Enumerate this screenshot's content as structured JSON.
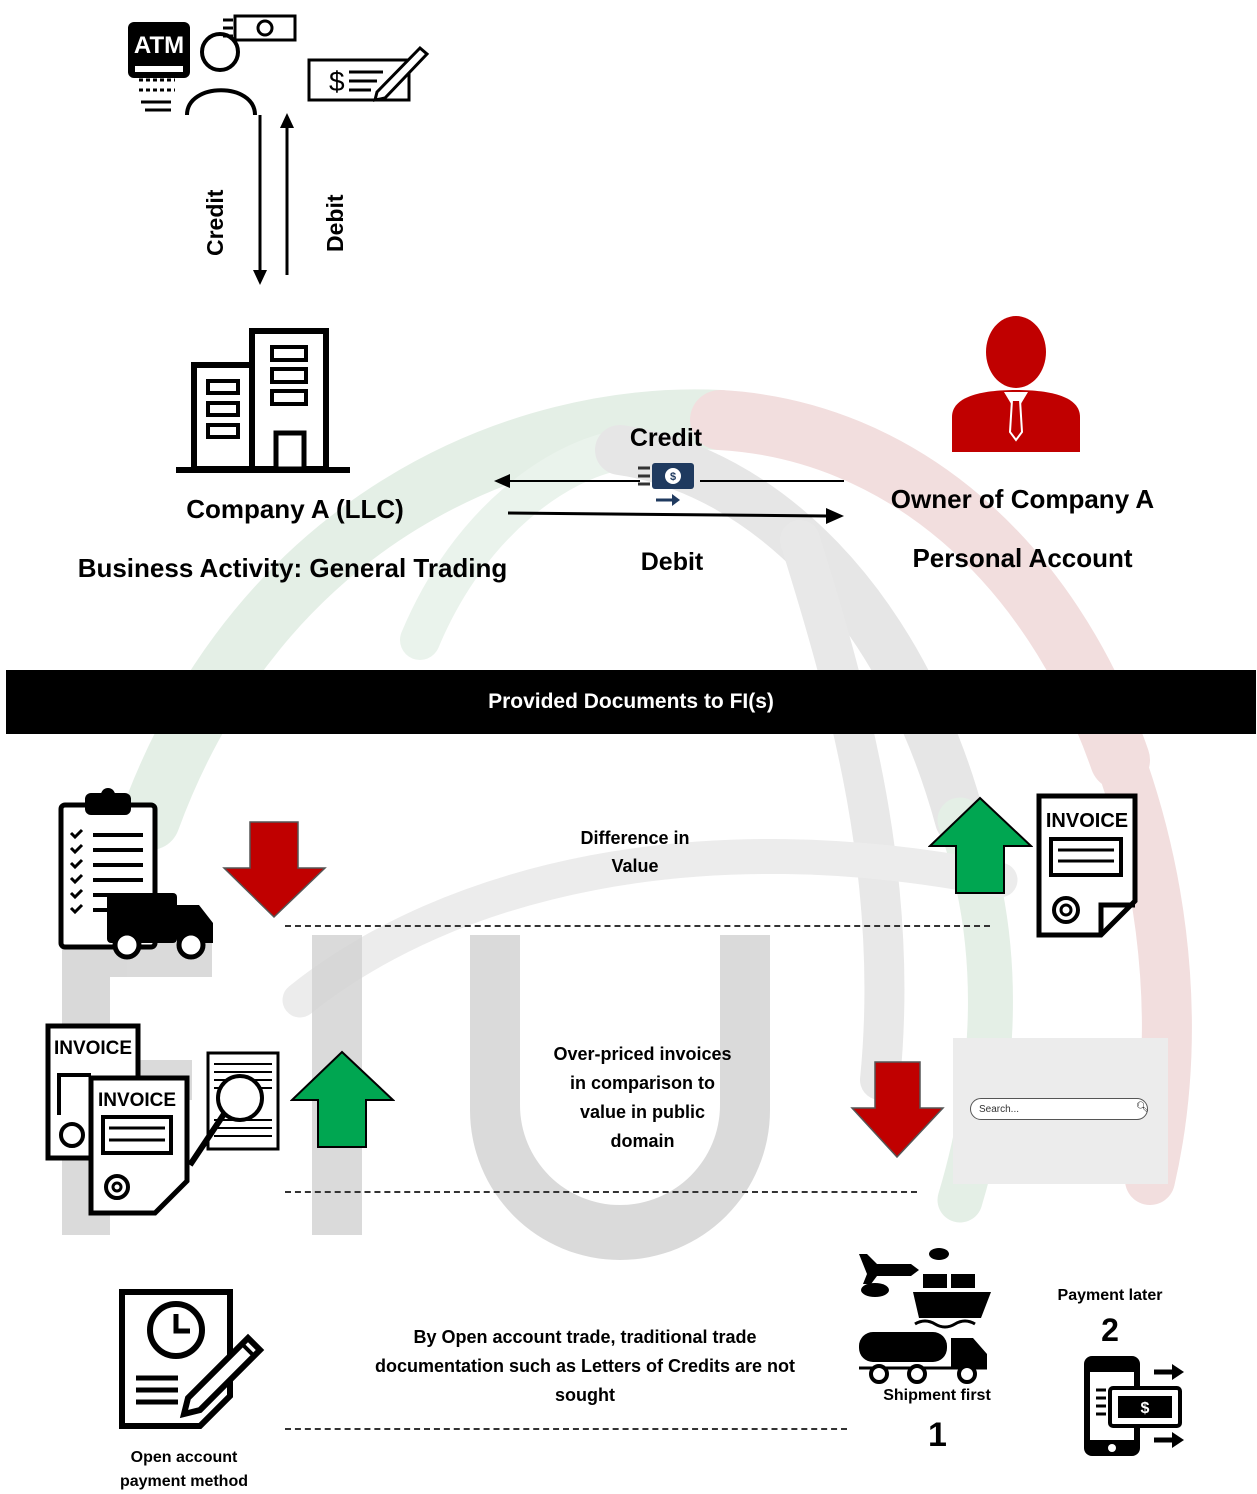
{
  "atm": {
    "icon": "atm-person-icon",
    "screen_text": "ATM",
    "cheque_icon": "cheque-icon"
  },
  "vertical_flow": {
    "credit_label": "Credit",
    "debit_label": "Debit"
  },
  "company": {
    "icon": "building-icon",
    "name": "Company A (LLC)",
    "activity": "Business Activity: General Trading"
  },
  "owner": {
    "icon": "businessman-icon",
    "name": "Owner of Company A",
    "account": "Personal Account",
    "color": "#c00000"
  },
  "horizontal_flow": {
    "credit_label": "Credit",
    "debit_label": "Debit",
    "icon": "money-transfer-icon"
  },
  "banner": {
    "title": "Provided Documents to FI(s)"
  },
  "section_value": {
    "text_line1": "Difference in",
    "text_line2": "Value",
    "left_icon": "packing-list-delivery-icon",
    "right_icon": "invoice-icon",
    "invoice_text": "INVOICE"
  },
  "section_overpriced": {
    "line1": "Over-priced invoices",
    "line2": "in comparison to",
    "line3": "value in public",
    "line4": "domain",
    "invoice_text": "INVOICE",
    "search_placeholder": "Search..."
  },
  "section_open_account": {
    "line1": "By Open account trade, traditional trade",
    "line2": "documentation such as Letters of Credits are not",
    "line3": "sought",
    "method_line1": "Open account",
    "method_line2": "payment method",
    "shipment_label": "Shipment first",
    "shipment_number": "1",
    "payment_label": "Payment later",
    "payment_number": "2"
  },
  "colors": {
    "red_arrow": "#c00000",
    "green_arrow": "#00a651",
    "watermark": "#d3d3d3"
  },
  "watermark_text": "FIU"
}
